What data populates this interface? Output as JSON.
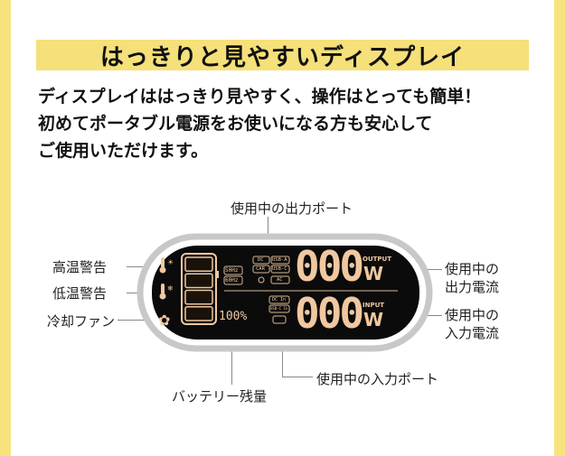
{
  "banner_title": "はっきりと見やすいディスプレイ",
  "intro_lines": [
    "ディスプレイははっきり見やすく、操作はとっても簡単！",
    "初めてポータブル電源をお使いになる方も安心して",
    "ご使用いただけます。"
  ],
  "callouts": {
    "high_temp": "高温警告",
    "low_temp": "低温警告",
    "fan": "冷却ファン",
    "output_port": "使用中の出力ポート",
    "output_current": [
      "使用中の",
      "出力電流"
    ],
    "input_current": [
      "使用中の",
      "入力電流"
    ],
    "input_port": "使用中の入力ポート",
    "battery": "バッテリー残量"
  },
  "display": {
    "hz50": "50Hz",
    "hz60": "60Hz",
    "port_dc": "DC",
    "port_usba": "USB-A",
    "port_car": "CAR",
    "port_usbc": "USB-C",
    "port_ac": "AC",
    "in_dc": "DC In",
    "in_usbc": "USB-C In",
    "output_value": "000",
    "output_label": "OUTPUT",
    "input_value": "000",
    "input_label": "INPUT",
    "unit_w": "W",
    "battery_percent": "100%",
    "battery_level": 1.0,
    "battery_segments": 4
  },
  "colors": {
    "banner": "#f5e07a",
    "frame": "#f7e37c",
    "lcd_amber": "#f0c8a0"
  }
}
